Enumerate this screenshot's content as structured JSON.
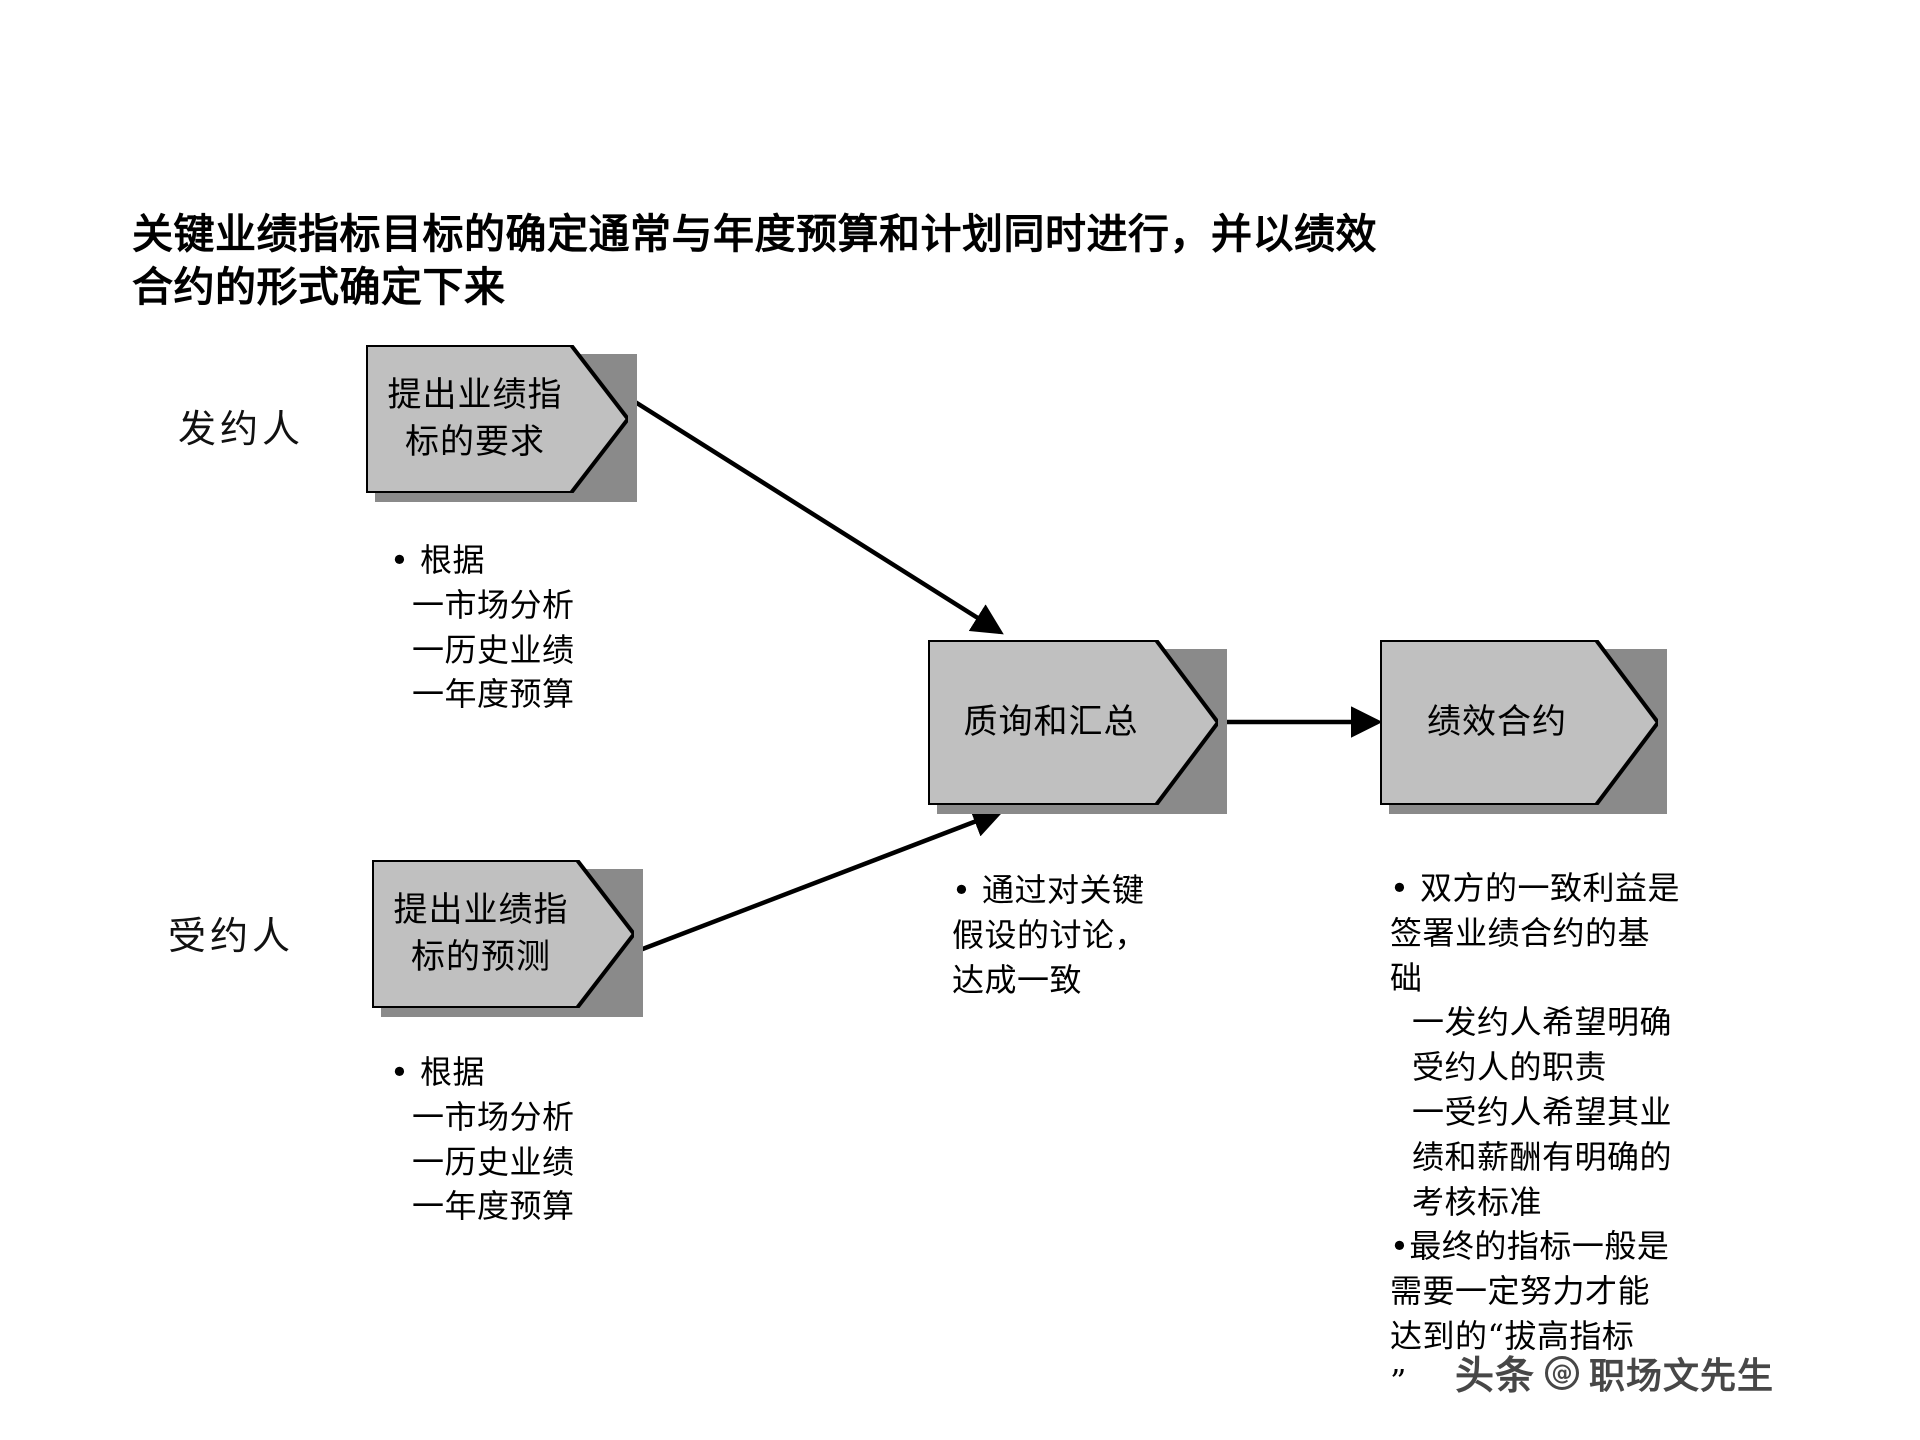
{
  "slide": {
    "title": "关键业绩指标目标的确定通常与年度预算和计划同时进行，并以绩效\n合约的形式确定下来"
  },
  "roles": {
    "issuer": "发约人",
    "receiver": "受约人"
  },
  "nodes": {
    "request": {
      "label": "提出业绩指\n标的要求"
    },
    "forecast": {
      "label": "提出业绩指\n标的预测"
    },
    "review": {
      "label": "质询和汇总"
    },
    "contract": {
      "label": "绩效合约"
    }
  },
  "bullets": {
    "top_left": {
      "heading": "根据",
      "items": [
        "市场分析",
        "历史业绩",
        "年度预算"
      ]
    },
    "bottom_left": {
      "heading": "根据",
      "items": [
        "市场分析",
        "历史业绩",
        "年度预算"
      ]
    },
    "center": {
      "text": "通过对关键\n假设的讨论，\n达成一致"
    },
    "right": {
      "para1": "双方的一致利益是\n签署业绩合约的基\n础",
      "sub1": "发约人希望明确\n受约人的职责",
      "sub2": "受约人希望其业\n绩和薪酬有明确的\n考核标准",
      "para2": "最终的指标一般是\n需要一定努力才能\n达到的“拔高指标\n”"
    }
  },
  "watermark": {
    "brand": "头条",
    "at": "@",
    "name": "职场文先生"
  },
  "colors": {
    "shape_fill": "#c0c0c0",
    "shape_stroke": "#000000",
    "shape_shadow": "#8a8a8a",
    "text": "#000000",
    "background": "#ffffff"
  }
}
